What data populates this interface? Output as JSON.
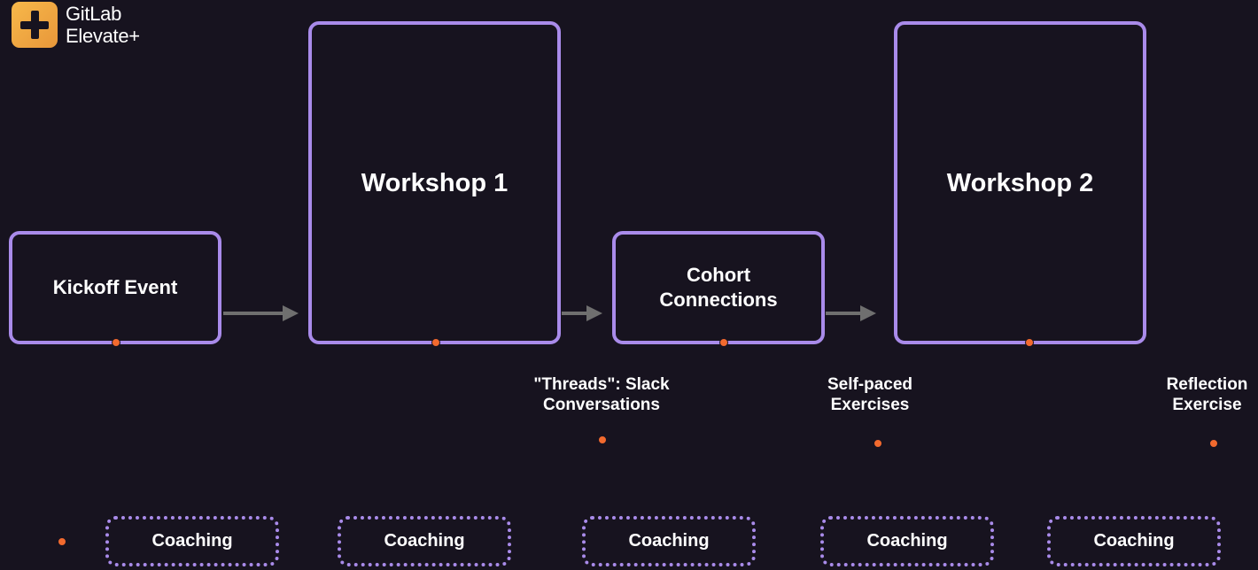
{
  "logo": {
    "line1": "GitLab",
    "line2": "Elevate+",
    "icon": "plus-icon",
    "badge_color": "#f2a845"
  },
  "colors": {
    "background": "#17131f",
    "box_border": "#a98bea",
    "arrow": "#6f6f6f",
    "dot": "#f26a2e"
  },
  "boxes": {
    "kickoff": "Kickoff Event",
    "workshop1": "Workshop 1",
    "cohort": "Cohort Connections",
    "workshop2": "Workshop 2"
  },
  "labels": {
    "threads": "\"Threads\": Slack Conversations",
    "self_paced": "Self-paced Exercises",
    "reflection": "Reflection Exercise"
  },
  "coaching": [
    "Coaching",
    "Coaching",
    "Coaching",
    "Coaching",
    "Coaching"
  ]
}
